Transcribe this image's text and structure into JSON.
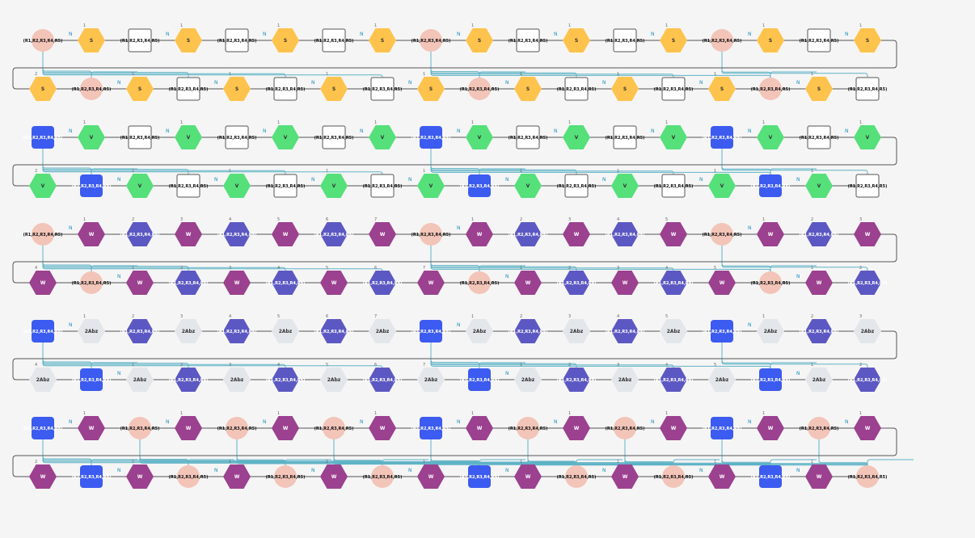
{
  "colors": {
    "background": "#f5f5f5",
    "backbone": "#555555",
    "crosslink": "#5fb3c6",
    "bond_label": "#1d8fbf",
    "position_label": "#666666"
  },
  "monomer_styles": {
    "S": {
      "shape": "hexagon",
      "fill": "#fec34c",
      "text": "#333333"
    },
    "V": {
      "shape": "hexagon",
      "fill": "#55e07a",
      "text": "#333333"
    },
    "W": {
      "shape": "hexagon",
      "fill": "#9b4190",
      "text": "#ffffff"
    },
    "2Abz": {
      "shape": "hexagon",
      "fill": "#e3e6ea",
      "text": "#333333"
    },
    "RH": {
      "shape": "hexagon",
      "fill": "#5c58c3",
      "text": "#ffffff"
    },
    "RS": {
      "shape": "square",
      "fill": "#ffffff",
      "text": "#111111"
    },
    "RC": {
      "shape": "circle",
      "fill": "#f3c4b8",
      "text": "#111111"
    },
    "RB": {
      "shape": "rounded",
      "fill": "#3c5bf0",
      "text": "#ffffff"
    }
  },
  "monomer_texts": {
    "S": "S",
    "V": "V",
    "W": "W",
    "2Abz": "2Abz",
    "RH": "(R1,R2,R3,R4,R5)",
    "RS": "(R1,R2,R3,R4,R5)",
    "RC": "(R1,R2,R3,R4,R5)",
    "RB": "(R1,R2,R3,R4,R5)"
  },
  "bond_label": "N",
  "chains": [
    {
      "rows": [
        {
          "items": [
            "RC",
            "S",
            "RS",
            "S",
            "RS",
            "S",
            "RS",
            "S",
            "RC",
            "S",
            "RS",
            "S",
            "RS",
            "S",
            "RC",
            "S",
            "RS",
            "S"
          ],
          "labels": [
            "",
            "1",
            "",
            "1",
            "",
            "1",
            "",
            "1",
            "",
            "1",
            "",
            "1",
            "",
            "1",
            "",
            "1",
            "",
            "1"
          ]
        },
        {
          "items": [
            "S",
            "RC",
            "S",
            "RS",
            "S",
            "RS",
            "S",
            "RS",
            "S",
            "RC",
            "S",
            "RS",
            "S",
            "RS",
            "S",
            "RC",
            "S",
            "RS"
          ],
          "labels": [
            "2",
            "",
            "1",
            "",
            "1",
            "",
            "1",
            "",
            "1",
            "",
            "1",
            "",
            "1",
            "",
            "1",
            "",
            "1",
            ""
          ]
        }
      ]
    },
    {
      "rows": [
        {
          "items": [
            "RB",
            "V",
            "RS",
            "V",
            "RS",
            "V",
            "RS",
            "V",
            "RB",
            "V",
            "RS",
            "V",
            "RS",
            "V",
            "RB",
            "V",
            "RS",
            "V"
          ],
          "labels": [
            "",
            "1",
            "",
            "1",
            "",
            "1",
            "",
            "1",
            "",
            "1",
            "",
            "1",
            "",
            "1",
            "",
            "1",
            "",
            "1"
          ]
        },
        {
          "items": [
            "V",
            "RB",
            "V",
            "RS",
            "V",
            "RS",
            "V",
            "RS",
            "V",
            "RB",
            "V",
            "RS",
            "V",
            "RS",
            "V",
            "RB",
            "V",
            "RS"
          ],
          "labels": [
            "2",
            "",
            "1",
            "",
            "1",
            "",
            "1",
            "",
            "1",
            "",
            "1",
            "",
            "1",
            "",
            "1",
            "",
            "1",
            ""
          ]
        }
      ]
    },
    {
      "rows": [
        {
          "items": [
            "RC",
            "W",
            "RH",
            "W",
            "RH",
            "W",
            "RH",
            "W",
            "RC",
            "W",
            "RH",
            "W",
            "RH",
            "W",
            "RC",
            "W",
            "RH",
            "W"
          ],
          "labels": [
            "",
            "1",
            "2",
            "3",
            "4",
            "5",
            "6",
            "7",
            "",
            "1",
            "2",
            "3",
            "4",
            "5",
            "",
            "1",
            "2",
            "3"
          ]
        },
        {
          "items": [
            "W",
            "RC",
            "W",
            "RH",
            "W",
            "RH",
            "W",
            "RH",
            "W",
            "RC",
            "W",
            "RH",
            "W",
            "RH",
            "W",
            "RC",
            "W",
            "RH"
          ],
          "labels": [
            "4",
            "",
            "1",
            "2",
            "3",
            "4",
            "5",
            "6",
            "7",
            "",
            "1",
            "2",
            "3",
            "4",
            "5",
            "",
            "1",
            "2"
          ]
        }
      ]
    },
    {
      "rows": [
        {
          "items": [
            "RB",
            "2Abz",
            "RH",
            "2Abz",
            "RH",
            "2Abz",
            "RH",
            "2Abz",
            "RB",
            "2Abz",
            "RH",
            "2Abz",
            "RH",
            "2Abz",
            "RB",
            "2Abz",
            "RH",
            "2Abz"
          ],
          "labels": [
            "",
            "1",
            "2",
            "3",
            "4",
            "5",
            "6",
            "7",
            "",
            "1",
            "2",
            "3",
            "4",
            "5",
            "",
            "1",
            "2",
            "3"
          ]
        },
        {
          "items": [
            "2Abz",
            "RB",
            "2Abz",
            "RH",
            "2Abz",
            "RH",
            "2Abz",
            "RH",
            "2Abz",
            "RB",
            "2Abz",
            "RH",
            "2Abz",
            "RH",
            "2Abz",
            "RB",
            "2Abz",
            "RH"
          ],
          "labels": [
            "4",
            "",
            "1",
            "2",
            "3",
            "4",
            "5",
            "6",
            "7",
            "",
            "1",
            "2",
            "3",
            "4",
            "5",
            "",
            "1",
            "2"
          ]
        }
      ]
    },
    {
      "rows": [
        {
          "items": [
            "RB",
            "W",
            "RC",
            "W",
            "RC",
            "W",
            "RC",
            "W",
            "RB",
            "W",
            "RC",
            "W",
            "RC",
            "W",
            "RB",
            "W",
            "RC",
            "W"
          ],
          "labels": [
            "",
            "1",
            "",
            "1",
            "",
            "1",
            "",
            "1",
            "",
            "1",
            "",
            "1",
            "",
            "1",
            "",
            "1",
            "",
            "1"
          ]
        },
        {
          "items": [
            "W",
            "RB",
            "W",
            "RC",
            "W",
            "RC",
            "W",
            "RC",
            "W",
            "RB",
            "W",
            "RC",
            "W",
            "RC",
            "W",
            "RB",
            "W",
            "RC"
          ],
          "labels": [
            "2",
            "",
            "1",
            "",
            "1",
            "",
            "1",
            "",
            "1",
            "",
            "1",
            "",
            "1",
            "",
            "1",
            "",
            "1",
            ""
          ]
        }
      ]
    }
  ]
}
